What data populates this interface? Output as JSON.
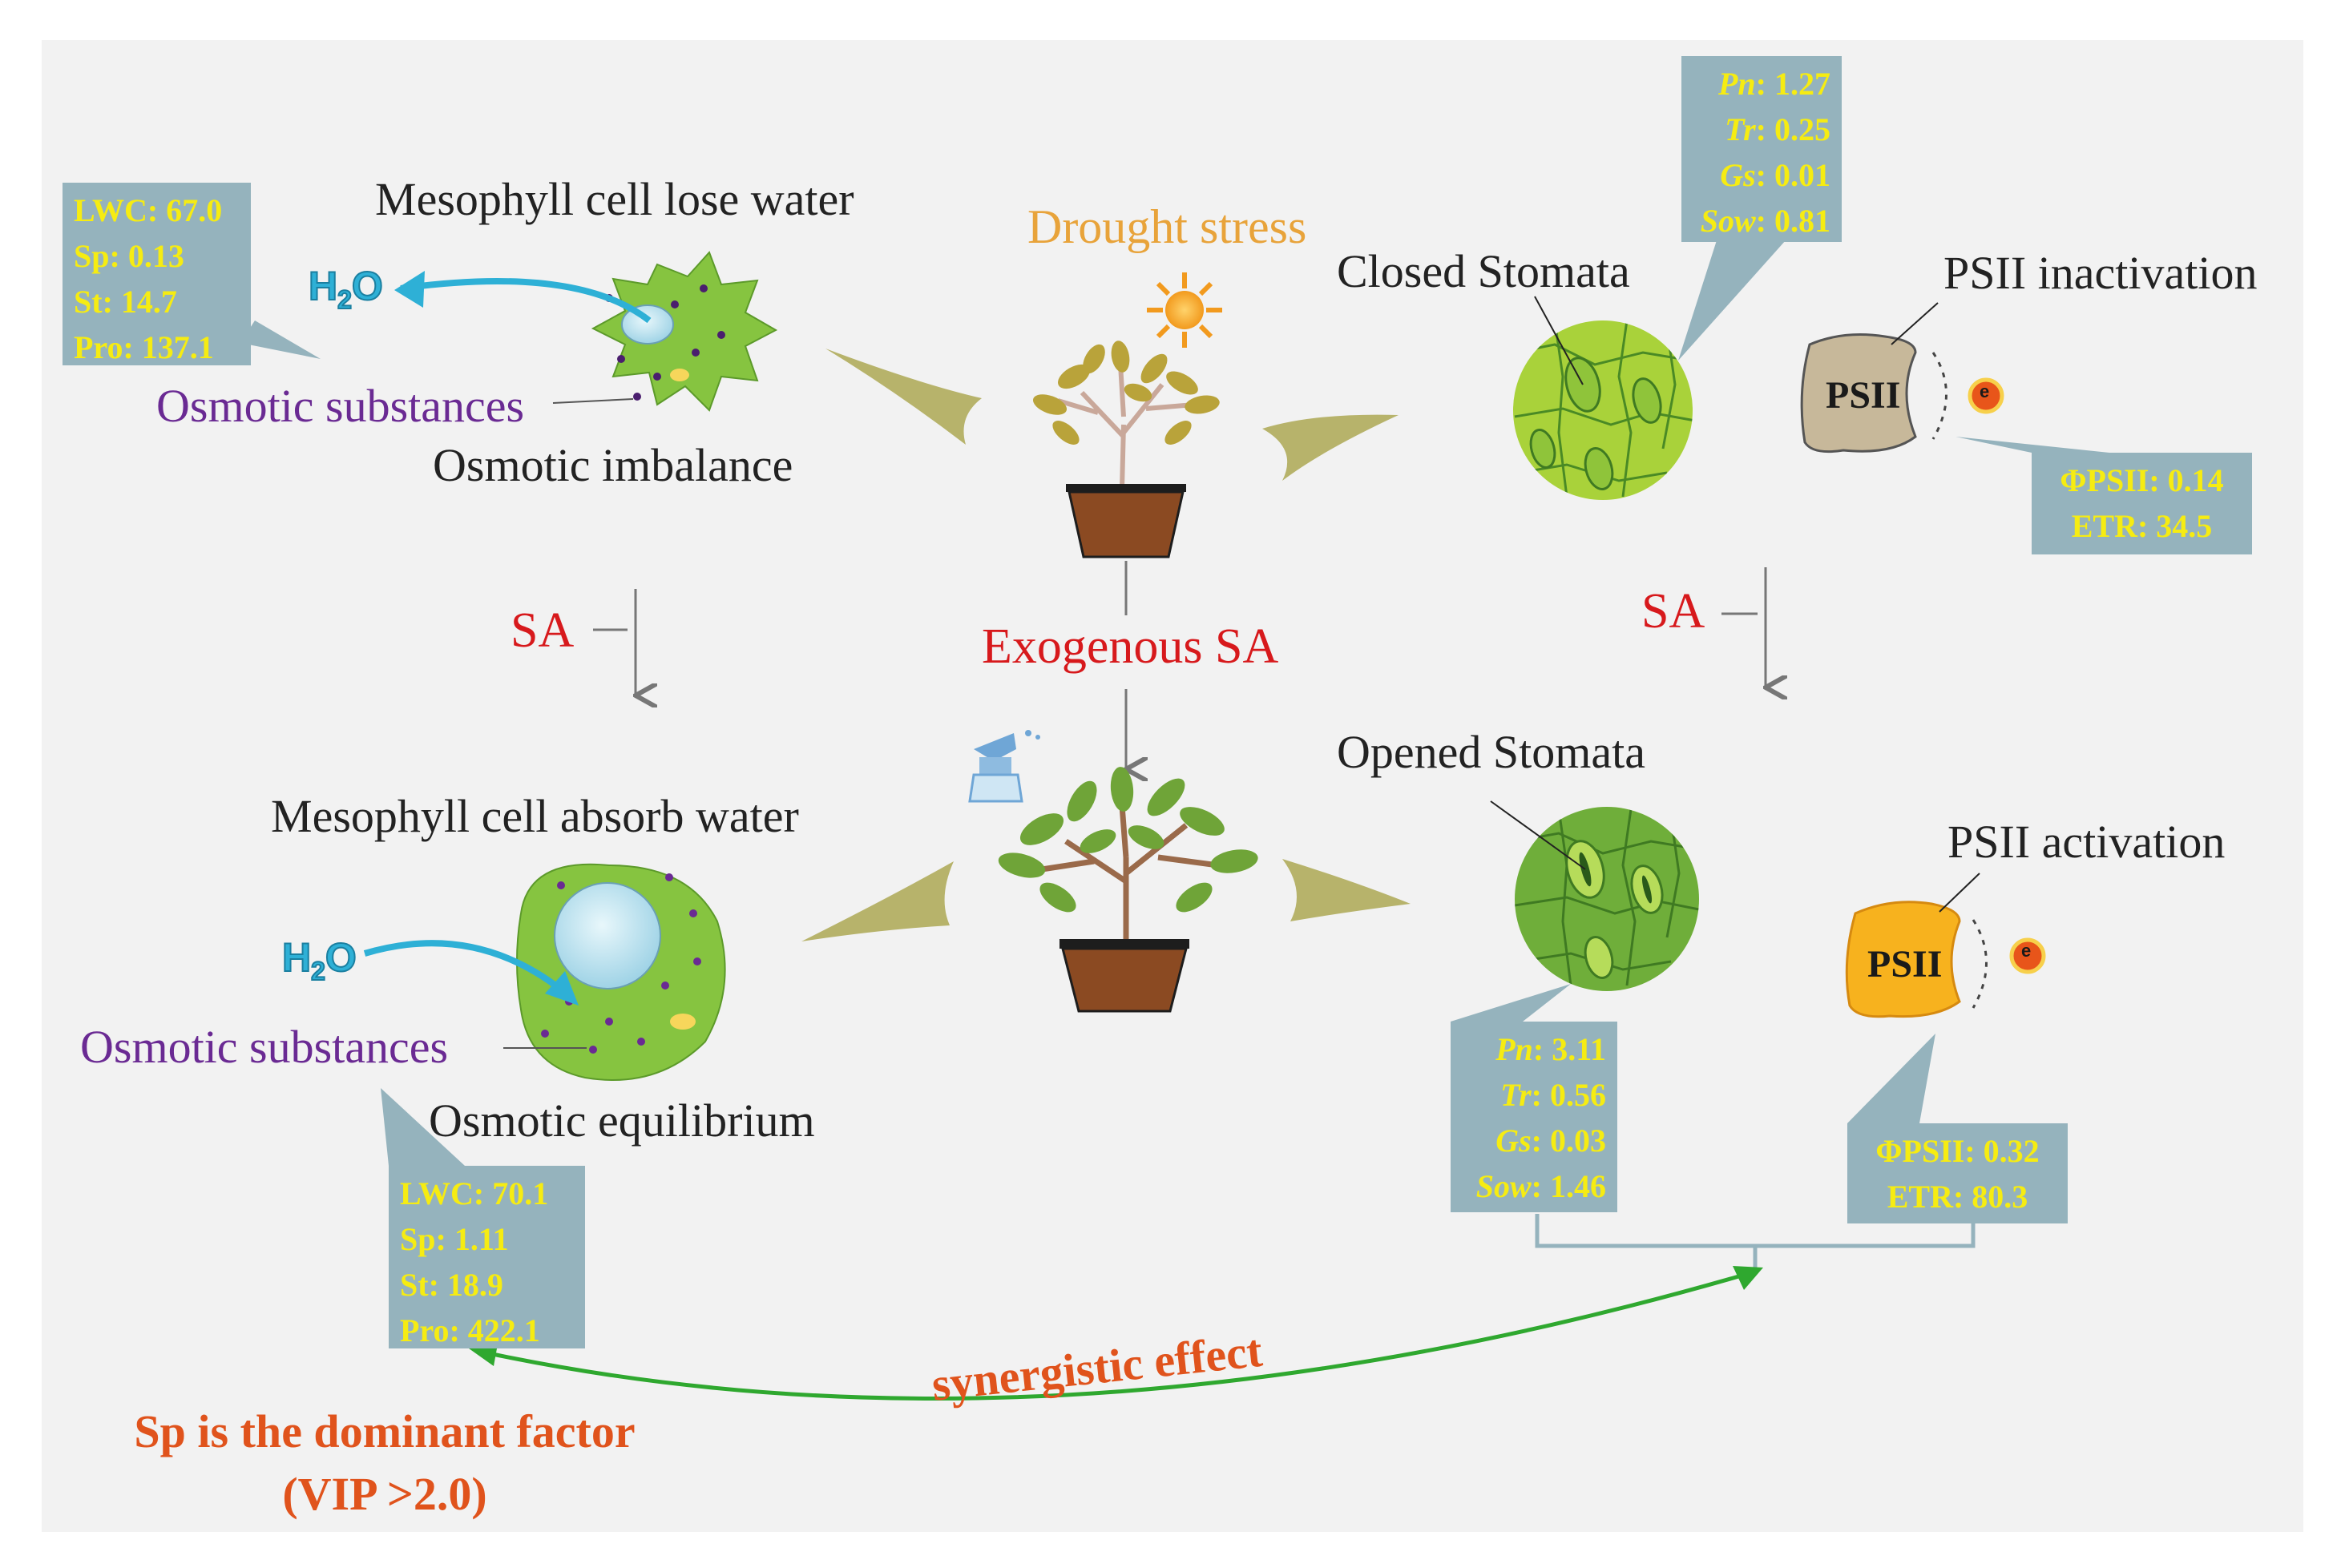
{
  "labels": {
    "mesophyll_lose": "Mesophyll cell lose water",
    "osmotic_substances_top": "Osmotic substances",
    "osmotic_imbalance": "Osmotic imbalance",
    "drought_stress": "Drought stress",
    "closed_stomata": "Closed Stomata",
    "psii_inactivation": "PSII inactivation",
    "sa_left": "SA",
    "sa_right": "SA",
    "exogenous_sa": "Exogenous SA",
    "opened_stomata": "Opened Stomata",
    "mesophyll_absorb": "Mesophyll cell absorb water",
    "psii_activation": "PSII activation",
    "osmotic_substances_bottom": "Osmotic substances",
    "osmotic_equilibrium": "Osmotic equilibrium",
    "synergistic_effect": "synergistic effect",
    "dominant_factor": "Sp is the dominant factor",
    "vip": "(VIP >2.0)",
    "psii_inactive_label": "PSII",
    "psii_active_label": "PSII",
    "electron": "e",
    "h2o_main": "H",
    "h2o_sub": "2",
    "h2o_end": "O"
  },
  "drought_cell": {
    "lwc": {
      "key": "LWC",
      "value": "67.0"
    },
    "sp": {
      "key": "Sp",
      "value": "0.13"
    },
    "st": {
      "key": "St",
      "value": "14.7"
    },
    "pro": {
      "key": "Pro",
      "value": "137.1"
    }
  },
  "drought_stomata": {
    "pn": {
      "key": "Pn",
      "value": "1.27"
    },
    "tr": {
      "key": "Tr",
      "value": "0.25"
    },
    "gs": {
      "key": "Gs",
      "value": "0.01"
    },
    "sow": {
      "key": "Sow",
      "value": "0.81"
    }
  },
  "drought_psii": {
    "phipsii": {
      "key": "ΦPSII",
      "value": "0.14"
    },
    "etr": {
      "key": "ETR",
      "value": "34.5"
    }
  },
  "sa_cell": {
    "lwc": {
      "key": "LWC",
      "value": "70.1"
    },
    "sp": {
      "key": "Sp",
      "value": "1.11"
    },
    "st": {
      "key": "St",
      "value": "18.9"
    },
    "pro": {
      "key": "Pro",
      "value": "422.1"
    }
  },
  "sa_stomata": {
    "pn": {
      "key": "Pn",
      "value": "3.11"
    },
    "tr": {
      "key": "Tr",
      "value": "0.56"
    },
    "gs": {
      "key": "Gs",
      "value": "0.03"
    },
    "sow": {
      "key": "Sow",
      "value": "1.46"
    }
  },
  "sa_psii": {
    "phipsii": {
      "key": "ΦPSII",
      "value": "0.32"
    },
    "etr": {
      "key": "ETR",
      "value": "80.3"
    }
  },
  "colors": {
    "panel": "#f2f2f2",
    "value_box": "#95b3bd",
    "value_text": "#f6ec12",
    "red_text": "#d7191c",
    "orange_text": "#e8a33a",
    "purple_text": "#6a2a93",
    "synergy": "#e0531c",
    "green_arrow": "#2fa82f",
    "leaf_green": "#8cc63f",
    "psii_inactive": "#c7b89a",
    "psii_active": "#f7b21e"
  }
}
